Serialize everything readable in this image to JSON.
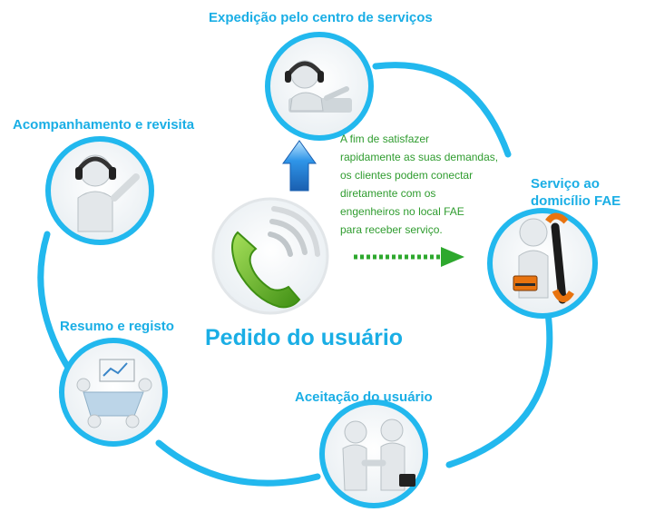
{
  "center": {
    "title": "Pedido do usuário",
    "icon": "phone-icon"
  },
  "nodes": {
    "dispatch": {
      "label": "Expedição pelo centro de serviços",
      "icon": "headset-operator-icon"
    },
    "followup": {
      "label": "Acompanhamento e revisita",
      "icon": "headset-person-icon"
    },
    "onsite": {
      "label_lines": [
        "Serviço ao",
        "domicílio FAE"
      ],
      "icon": "wrench-toolbox-icon"
    },
    "summary": {
      "label": "Resumo e registo",
      "icon": "meeting-table-icon"
    },
    "acceptance": {
      "label": "Aceitação do usuário",
      "icon": "handshake-icon"
    }
  },
  "note_lines": [
    "A fim de satisfazer",
    "rapidamente as suas demandas,",
    "os clientes podem conectar",
    "diretamente com os",
    "engenheiros no local FAE",
    "para receber serviço."
  ],
  "colors": {
    "accent": "#1aaee5",
    "ring": "#22b8ee",
    "note": "#2f9c2f",
    "phone": "#6fbf2a",
    "arrow_up": "#1f7fd6"
  }
}
